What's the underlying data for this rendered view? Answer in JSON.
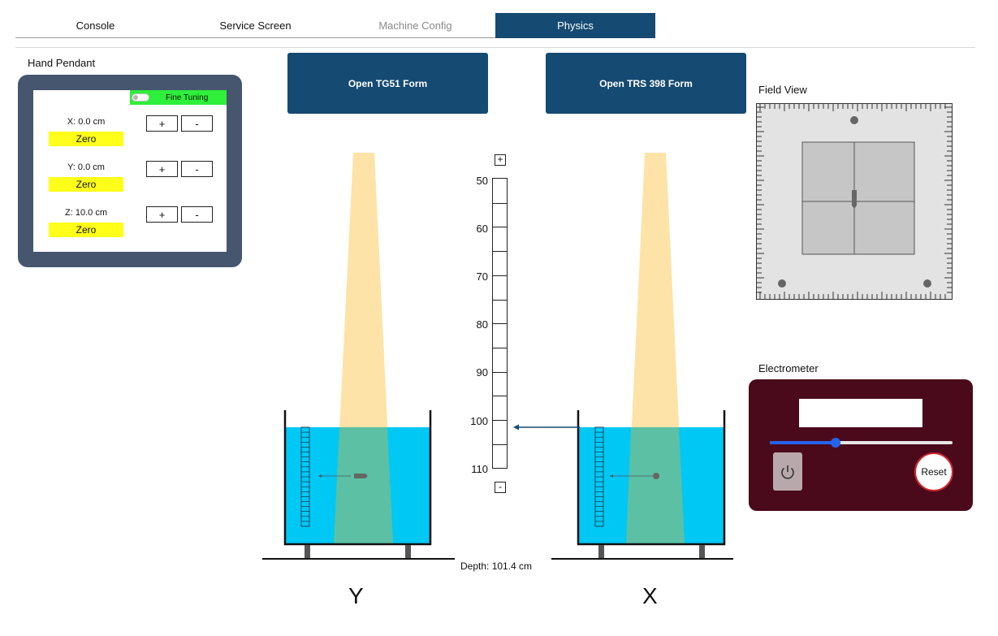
{
  "tabs": [
    {
      "label": "Console",
      "state": "normal"
    },
    {
      "label": "Service Screen",
      "state": "normal"
    },
    {
      "label": "Machine Config",
      "state": "disabled"
    },
    {
      "label": "Physics",
      "state": "active"
    }
  ],
  "hand_pendant": {
    "title": "Hand Pendant",
    "fine_tuning_label": "Fine Tuning",
    "plus_label": "+",
    "minus_label": "-",
    "zero_label": "Zero",
    "axes": [
      {
        "label": "X: 0.0 cm"
      },
      {
        "label": "Y: 0.0 cm"
      },
      {
        "label": "Z: 10.0 cm"
      }
    ]
  },
  "forms": {
    "tg51_label": "Open TG51 Form",
    "trs398_label": "Open TRS 398 Form"
  },
  "field_view": {
    "title": "Field View"
  },
  "electrometer": {
    "title": "Electrometer",
    "readout": "",
    "slider_value": 0.36,
    "reset_label": "Reset"
  },
  "depth_ruler": {
    "labels": [
      "50",
      "60",
      "70",
      "80",
      "90",
      "100",
      "110"
    ],
    "plus_label": "+",
    "minus_label": "-"
  },
  "tank_left": {
    "axis_label": "Y"
  },
  "tank_right": {
    "axis_label": "X"
  },
  "depth_readout": "Depth: 101.4 cm",
  "colors": {
    "accent": "#154a72",
    "pendant_bg": "#46566f",
    "fine_tuning": "#2eef3a",
    "zero": "#ffff1a",
    "water": "#00c8f5",
    "beam": "#fde3a7",
    "electrometer_bg": "#4a0a1b",
    "slider": "#2563ee"
  }
}
